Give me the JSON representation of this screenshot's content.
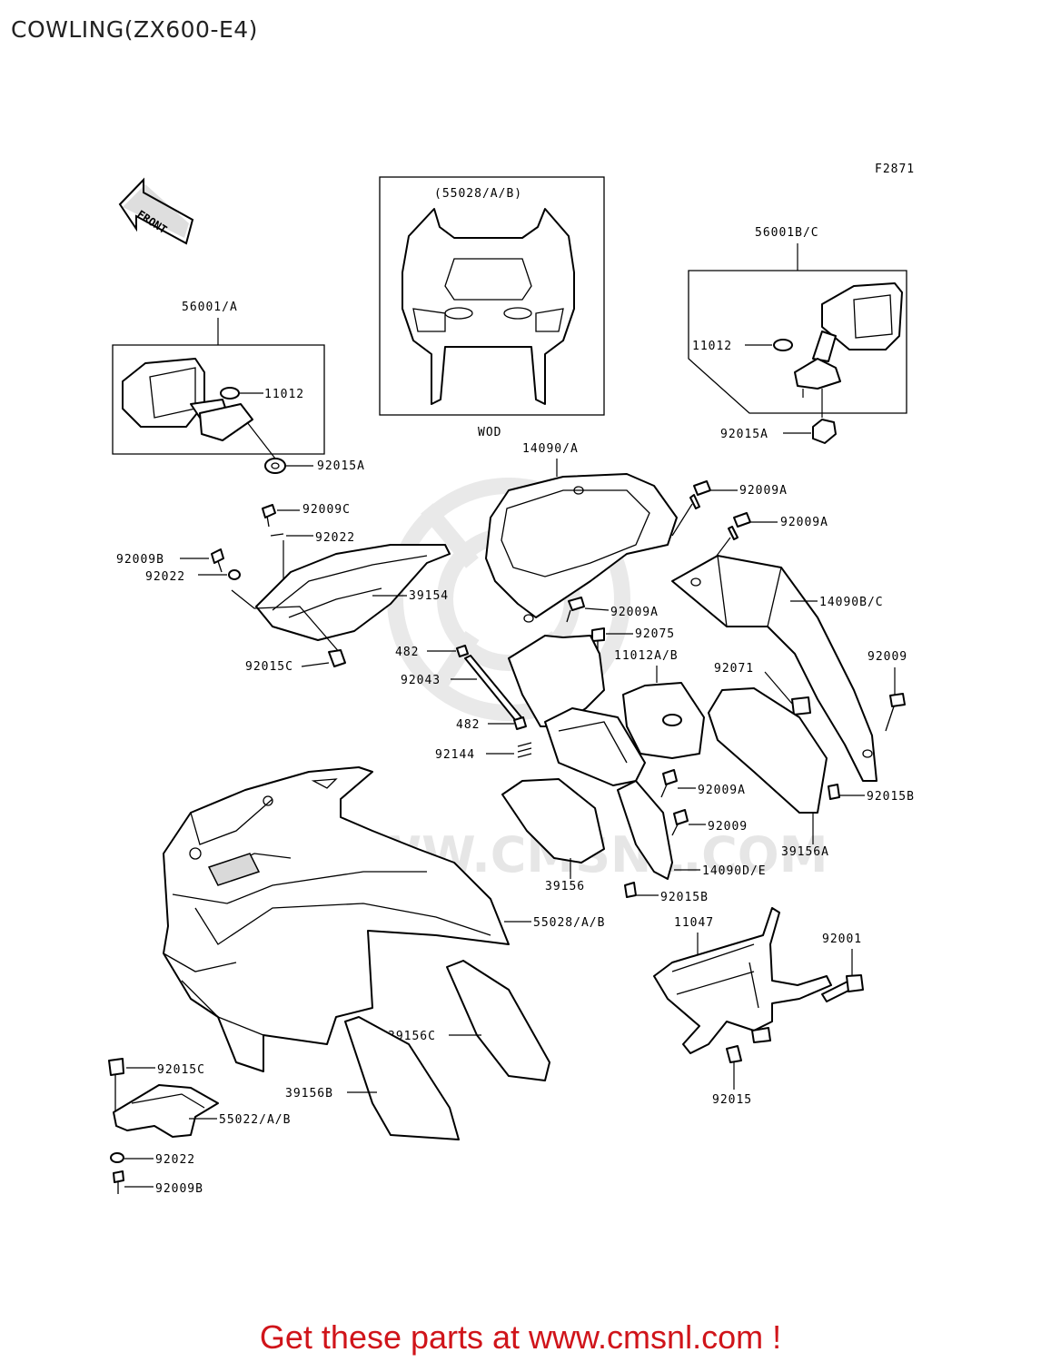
{
  "title": "COWLING(ZX600-E4)",
  "figure_code": "F2871",
  "front_label": "FRONT",
  "watermark": "WWW.CMSNL.COM",
  "footer": "Get these parts at www.cmsnl.com !",
  "labels": {
    "l_55028_group": "(55028/A/B)",
    "l_wod": "WOD",
    "l_56001BC": "56001B/C",
    "l_11012_r": "11012",
    "l_92015A_r": "92015A",
    "l_56001A": "56001/A",
    "l_11012_l": "11012",
    "l_92015A_l": "92015A",
    "l_14090A": "14090/A",
    "l_92009A_1": "92009A",
    "l_92009A_2": "92009A",
    "l_92009C": "92009C",
    "l_92022_1": "92022",
    "l_92009B_1": "92009B",
    "l_92022_2": "92022",
    "l_39154": "39154",
    "l_92015C_1": "92015C",
    "l_92009A_3": "92009A",
    "l_14090BC": "14090B/C",
    "l_92075": "92075",
    "l_482_1": "482",
    "l_11012AB": "11012A/B",
    "l_92043": "92043",
    "l_92009_1": "92009",
    "l_92071": "92071",
    "l_482_2": "482",
    "l_92144": "92144",
    "l_92009A_4": "92009A",
    "l_92015B_1": "92015B",
    "l_92009_2": "92009",
    "l_39156A": "39156A",
    "l_14090DE": "14090D/E",
    "l_39156": "39156",
    "l_92015B_2": "92015B",
    "l_55028AB": "55028/A/B",
    "l_11047": "11047",
    "l_92001": "92001",
    "l_39156C": "39156C",
    "l_92015C_2": "92015C",
    "l_39156B": "39156B",
    "l_55022AB": "55022/A/B",
    "l_92015": "92015",
    "l_92022_3": "92022",
    "l_92009B_2": "92009B"
  }
}
